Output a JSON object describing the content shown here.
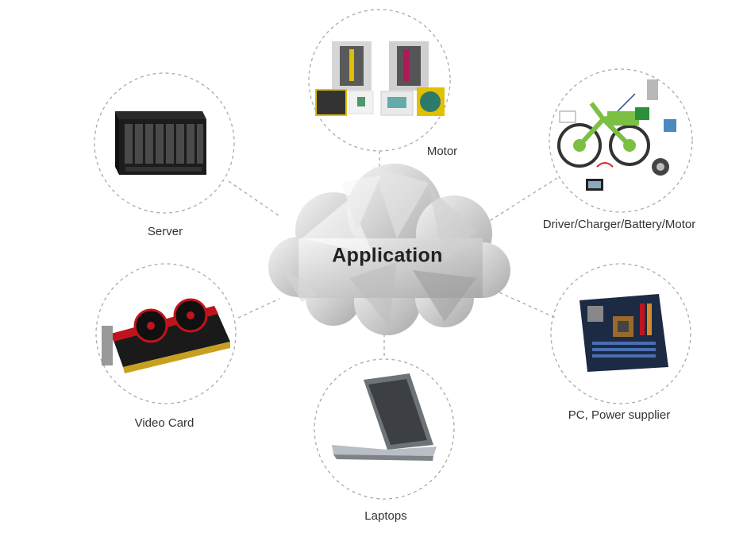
{
  "center": {
    "title": "Application"
  },
  "nodes": [
    {
      "id": "motor",
      "label": "Motor",
      "icon": "motor-icon"
    },
    {
      "id": "ebike",
      "label": "Driver/Charger/Battery/Motor",
      "icon": "electric-bike-icon"
    },
    {
      "id": "server",
      "label": "Server",
      "icon": "server-rack-icon"
    },
    {
      "id": "video",
      "label": "Video Card",
      "icon": "graphics-card-icon"
    },
    {
      "id": "pc",
      "label": "PC, Power supplier",
      "icon": "motherboard-icon"
    },
    {
      "id": "laptop",
      "label": "Laptops",
      "icon": "laptop-icon"
    }
  ],
  "colors": {
    "dash": "#aaaaaa",
    "label": "#333333",
    "accent_red": "#c0141c",
    "bike_green": "#7bc043"
  }
}
